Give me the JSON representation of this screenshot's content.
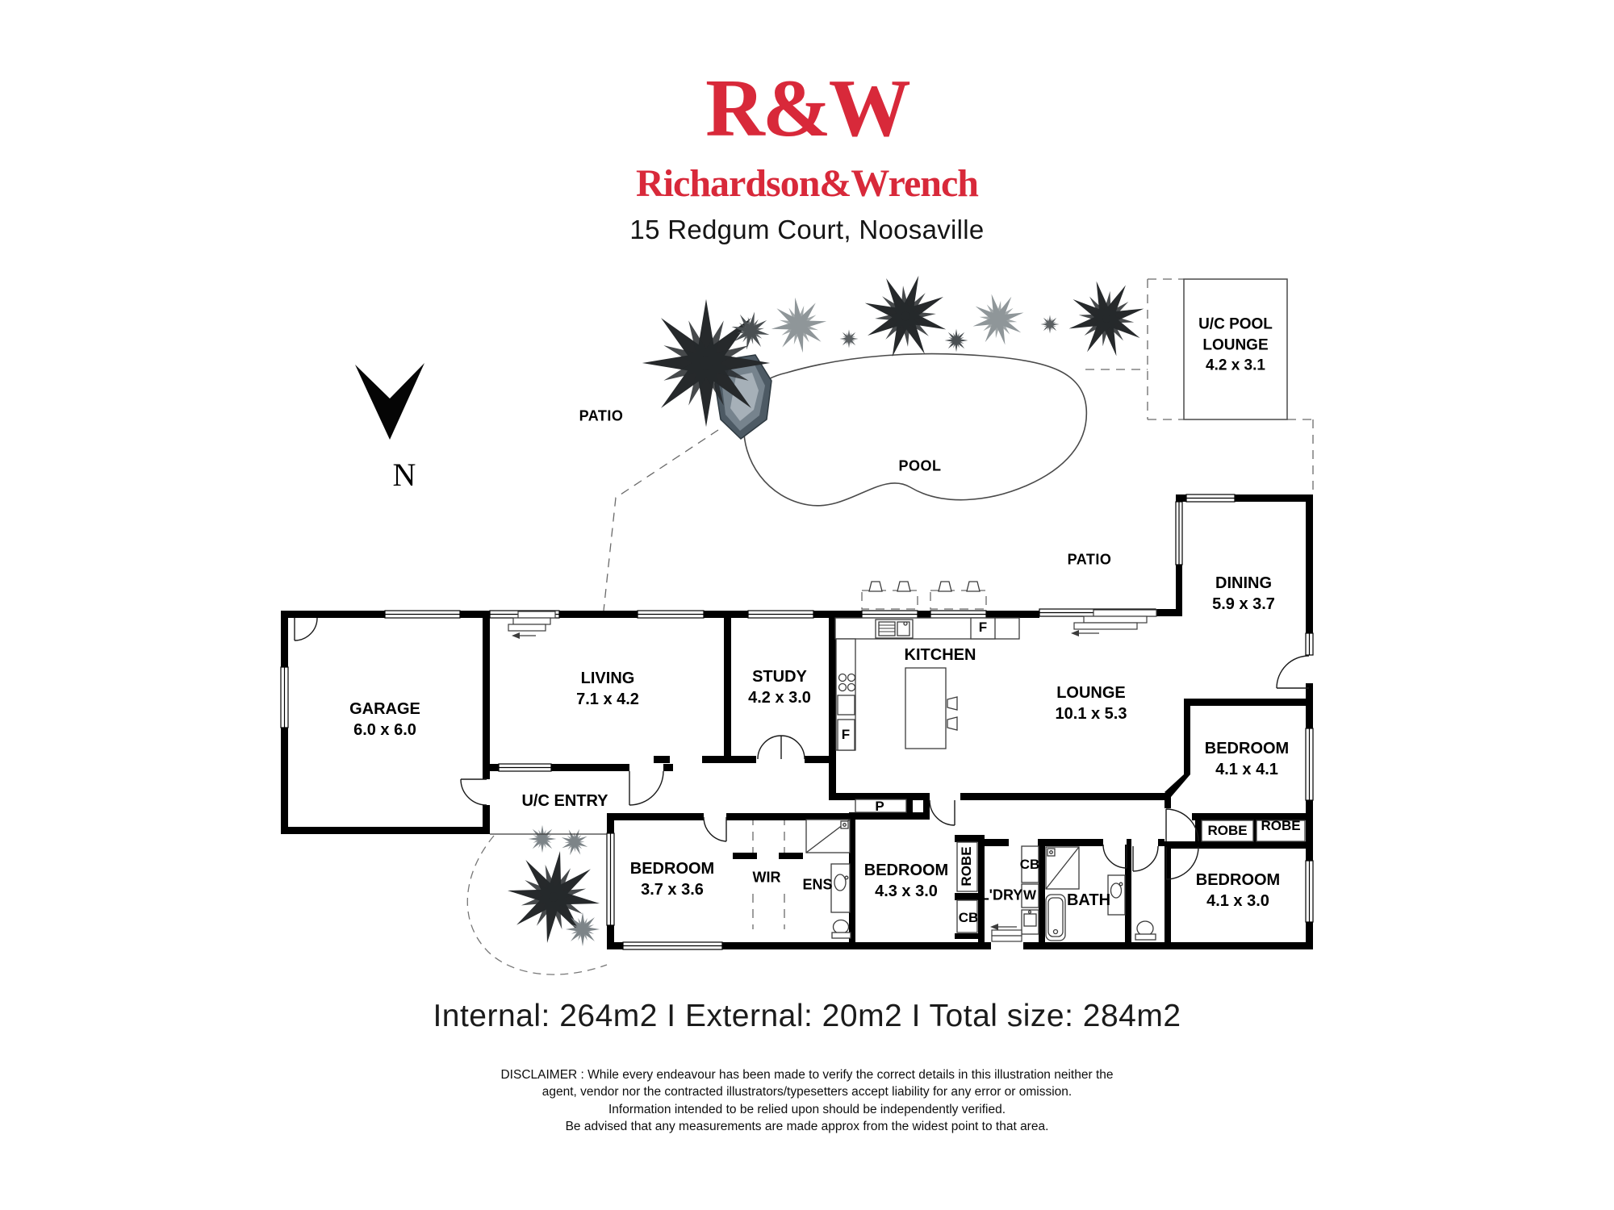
{
  "header": {
    "logo": "R&W",
    "brand": "Richardson&Wrench",
    "address": "15 Redgum Court, Noosaville"
  },
  "compass": {
    "north": "N"
  },
  "rooms": {
    "pool": {
      "name": "POOL"
    },
    "pool_lounge": {
      "name": "U/C POOL LOUNGE",
      "dims": "4.2 x 3.1"
    },
    "patio_upper": {
      "name": "PATIO"
    },
    "patio_right": {
      "name": "PATIO"
    },
    "garage": {
      "name": "GARAGE",
      "dims": "6.0 x 6.0"
    },
    "living": {
      "name": "LIVING",
      "dims": "7.1 x 4.2"
    },
    "study": {
      "name": "STUDY",
      "dims": "4.2 x 3.0"
    },
    "kitchen": {
      "name": "KITCHEN"
    },
    "uc_entry": {
      "name": "U/C ENTRY"
    },
    "lounge": {
      "name": "LOUNGE",
      "dims": "10.1 x 5.3"
    },
    "dining": {
      "name": "DINING",
      "dims": "5.9 x 3.7"
    },
    "bedroom1": {
      "name": "BEDROOM",
      "dims": "3.7 x 3.6"
    },
    "wir": {
      "name": "WIR"
    },
    "ens": {
      "name": "ENS"
    },
    "bedroom2": {
      "name": "BEDROOM",
      "dims": "4.3 x 3.0"
    },
    "robe_bed2": {
      "name": "ROBE"
    },
    "cb_bed2": {
      "name": "CB"
    },
    "pantry": {
      "name": "P"
    },
    "laundry": {
      "name": "L'DRY"
    },
    "washer": {
      "name": "W"
    },
    "cb_laundry": {
      "name": "CB"
    },
    "bath": {
      "name": "BATH"
    },
    "bedroom3": {
      "name": "BEDROOM",
      "dims": "4.1 x 4.1"
    },
    "robe1": {
      "name": "ROBE"
    },
    "robe2": {
      "name": "ROBE"
    },
    "bedroom4": {
      "name": "BEDROOM",
      "dims": "4.1 x 3.0"
    },
    "fridge_top": {
      "name": "F"
    },
    "fridge_low": {
      "name": "F"
    }
  },
  "footer": {
    "sizes": "Internal: 264m2  I  External: 20m2  I  Total size: 284m2",
    "disclaimer": [
      "DISCLAIMER : While every endeavour has been made to verify the correct details in this illustration neither the",
      "agent, vendor nor the contracted illustrators/typesetters accept liability for any error or omission.",
      "Information intended to be relied upon should be independently verified.",
      "Be advised that any measurements are made approx from the widest point to that area."
    ]
  },
  "colors": {
    "brand_red": "#d8293a",
    "wall": "#000000"
  }
}
